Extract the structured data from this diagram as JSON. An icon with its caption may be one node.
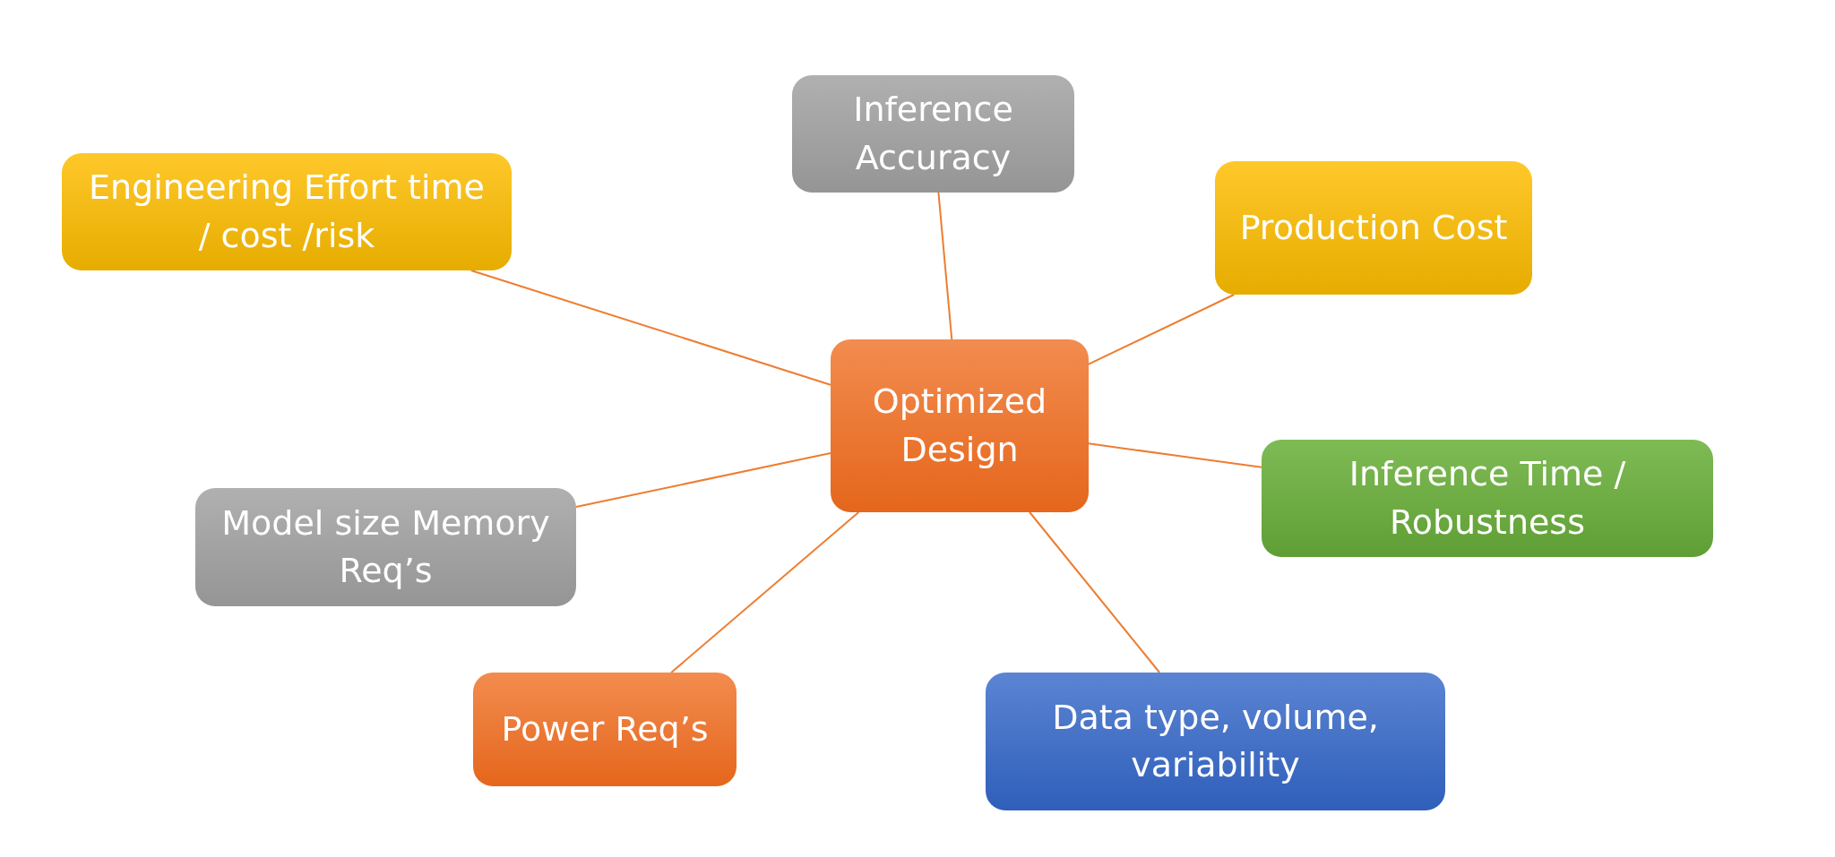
{
  "diagram": {
    "nodes": [
      {
        "text": [
          "Inference Accuracy"
        ]
      },
      {
        "text": [
          "Engineering Effort time / cost /risk"
        ]
      },
      {
        "text": [
          "Production Cost"
        ]
      },
      {
        "text": [
          "Optimized Design"
        ]
      },
      {
        "text": [
          "Inference Time / Robustness"
        ]
      },
      {
        "text": [
          "Model size Memory Req’s"
        ]
      },
      {
        "text": [
          "Power Req’s"
        ]
      },
      {
        "text": [
          "Data type, volume, variability"
        ]
      }
    ],
    "edges": [
      {
        "from": 3,
        "to": 0,
        "arrow": "none"
      },
      {
        "from": 3,
        "to": 1,
        "arrow": "none"
      },
      {
        "from": 3,
        "to": 2,
        "arrow": "none"
      },
      {
        "from": 3,
        "to": 4,
        "arrow": "none"
      },
      {
        "from": 3,
        "to": 5,
        "arrow": "none"
      },
      {
        "from": 3,
        "to": 6,
        "arrow": "none"
      },
      {
        "from": 3,
        "to": 7,
        "arrow": "none"
      }
    ]
  }
}
